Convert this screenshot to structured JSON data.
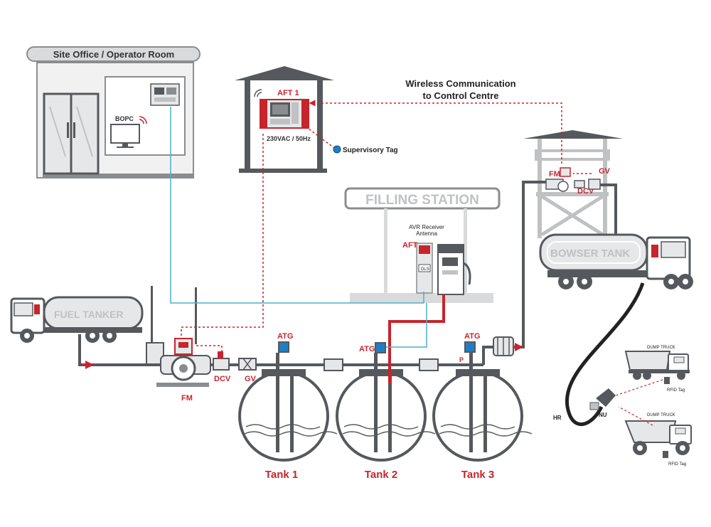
{
  "labels": {
    "site_office": "Site Office / Operator Room",
    "bopc": "BOPC",
    "aft1": "AFT 1",
    "power": "230VAC / 50Hz",
    "supervisory_tag": "Supervisory Tag",
    "wireless_line1": "Wireless Communication",
    "wireless_line2": "to Control Centre",
    "filling_station": "FILLING STATION",
    "avr_line1": "AVR Receiver",
    "avr_line2": "Antenna",
    "aft": "AFT",
    "dls": "DLS",
    "bowser_tank": "BOWSER TANK",
    "fuel_tanker": "FUEL TANKER",
    "fm": "FM",
    "dcv": "DCV",
    "gv": "GV",
    "atg": "ATG",
    "p": "P",
    "tank1": "Tank 1",
    "tank2": "Tank 2",
    "tank3": "Tank 3",
    "dump_truck": "DUMP TRUCK",
    "rfid_tag": "RFID Tag",
    "hr": "HR",
    "nu": "NU"
  },
  "colors": {
    "accent_red": "#c8242b",
    "gray_dark": "#55585c",
    "gray_mid": "#8a8d90",
    "gray_light": "#d9dadb",
    "comm_blue": "#49b0c9",
    "atg_blue": "#1f7fc6"
  }
}
